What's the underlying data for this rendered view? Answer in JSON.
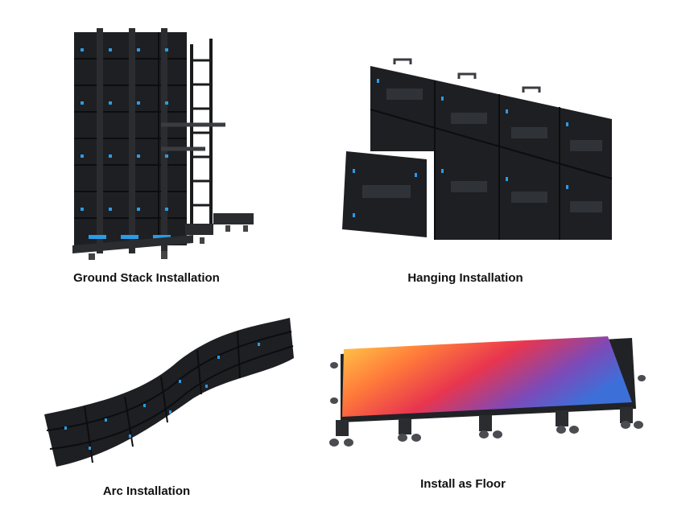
{
  "captions": {
    "ground_stack": "Ground Stack Installation",
    "hanging": "Hanging Installation",
    "arc": "Arc Installation",
    "floor": "Install as Floor"
  },
  "colors": {
    "cabinet": "#1d1f22",
    "cabinet_edge": "#0c0d0e",
    "accent_blue": "#2b9be6",
    "floor_yellow": "#ffd14a",
    "floor_orange": "#ff7a3a",
    "floor_red": "#e8354f",
    "floor_blue": "#3d6fd9"
  }
}
